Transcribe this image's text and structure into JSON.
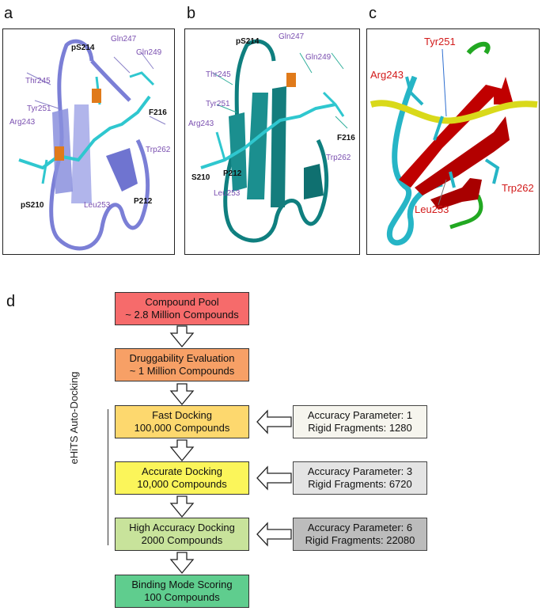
{
  "panels": {
    "a": {
      "letter": "a",
      "labels": {
        "pS214": "pS214",
        "Gln247": "Gln247",
        "Gln249": "Gln249",
        "Thr245": "Thr245",
        "Tyr251": "Tyr251",
        "Arg243": "Arg243",
        "F216": "F216",
        "Trp262": "Trp262",
        "P212": "P212",
        "pS210": "pS210",
        "Leu253": "Leu253"
      }
    },
    "b": {
      "letter": "b",
      "labels": {
        "pS214": "pS214",
        "Gln247": "Gln247",
        "Gln249": "Gln249",
        "Thr245": "Thr245",
        "Tyr251": "Tyr251",
        "Arg243": "Arg243",
        "F216": "F216",
        "Trp262": "Trp262",
        "P212": "P212",
        "S210": "S210",
        "Leu253": "Leu253"
      }
    },
    "c": {
      "letter": "c",
      "labels": {
        "Tyr251": "Tyr251",
        "Arg243": "Arg243",
        "Trp262": "Trp262",
        "Leu253": "Leu253"
      }
    }
  },
  "flowchart": {
    "letter": "d",
    "side_label": "eHiTS Auto-Docking",
    "steps": [
      {
        "title": "Compound Pool",
        "subtitle": "~ 2.8 Million Compounds",
        "color": "#f66b6b"
      },
      {
        "title": "Druggability Evaluation",
        "subtitle": "~ 1 Million Compounds",
        "color": "#f7a066"
      },
      {
        "title": "Fast Docking",
        "subtitle": "100,000 Compounds",
        "color": "#fdd86e"
      },
      {
        "title": "Accurate Docking",
        "subtitle": "10,000 Compounds",
        "color": "#fbf55a"
      },
      {
        "title": "High Accuracy Docking",
        "subtitle": "2000 Compounds",
        "color": "#c8e39b"
      },
      {
        "title": "Binding Mode Scoring",
        "subtitle": "100 Compounds",
        "color": "#5fcd8e"
      }
    ],
    "params": [
      {
        "line1": "Accuracy Parameter: 1",
        "line2": "Rigid Fragments: 1280",
        "color": "#f6f5ee"
      },
      {
        "line1": "Accuracy Parameter: 3",
        "line2": "Rigid Fragments: 6720",
        "color": "#e4e4e4"
      },
      {
        "line1": "Accuracy Parameter: 6",
        "line2": "Rigid Fragments: 22080",
        "color": "#bcbcbc"
      }
    ]
  },
  "colors": {
    "panel_a_ribbon": "#7b7fd6",
    "panel_b_ribbon": "#0f7f7f",
    "panel_c_sheet": "#c00000",
    "panel_c_coil": "#26b5c6",
    "panel_c_peptide": "#d9d91a",
    "panel_c_loop": "#22a822",
    "label_purple": "#7a4fb0",
    "label_red": "#d21a1a"
  }
}
